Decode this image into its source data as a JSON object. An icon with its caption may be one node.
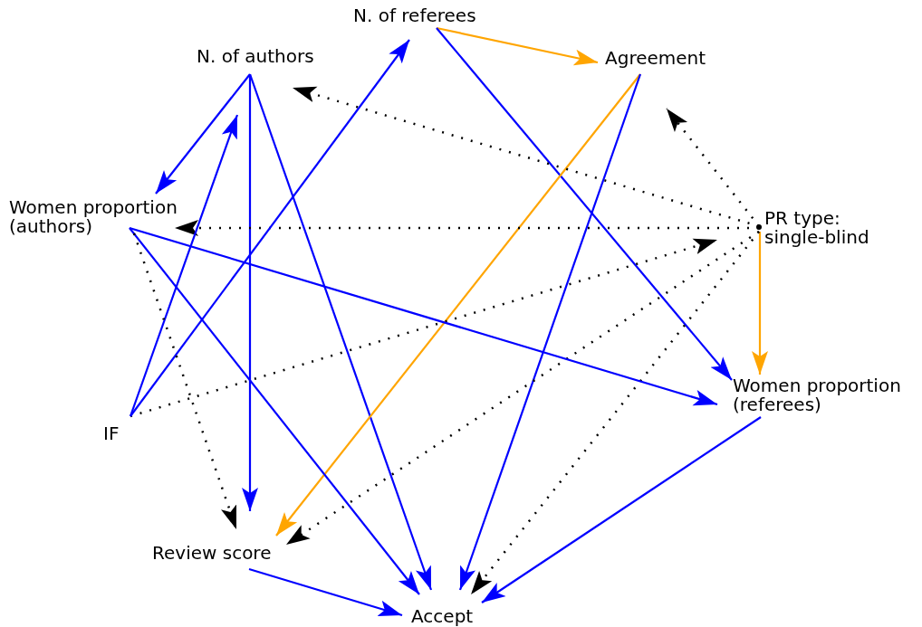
{
  "diagram": {
    "nodes": [
      {
        "text": [
          "N. of referees"
        ]
      },
      {
        "text": [
          "N. of authors"
        ]
      },
      {
        "text": [
          "Agreement"
        ]
      },
      {
        "text": [
          "Women proportion (authors)"
        ]
      },
      {
        "text": [
          "PR type: single-blind"
        ]
      },
      {
        "text": [
          "IF"
        ]
      },
      {
        "text": [
          "Women proportion (referees)"
        ]
      },
      {
        "text": [
          "Review score"
        ]
      },
      {
        "text": [
          "Accept"
        ]
      }
    ],
    "edges": [
      {
        "from": 0,
        "to": 2,
        "arrow": "to",
        "color": "#ffa500"
      },
      {
        "from": 0,
        "to": 6,
        "arrow": "to"
      },
      {
        "from": 1,
        "to": 3,
        "arrow": "to"
      },
      {
        "from": 1,
        "to": 7,
        "arrow": "to"
      },
      {
        "from": 1,
        "to": 8,
        "arrow": "to"
      },
      {
        "from": 2,
        "to": 7,
        "arrow": "to",
        "color": "#ffa500"
      },
      {
        "from": 2,
        "to": 8,
        "arrow": "to"
      },
      {
        "from": 4,
        "to": 1,
        "arrow": "to",
        "style": "dashed",
        "color": "#000000"
      },
      {
        "from": 4,
        "to": 2,
        "arrow": "to",
        "style": "dashed",
        "color": "#000000"
      },
      {
        "from": 4,
        "to": 3,
        "arrow": "to",
        "style": "dashed",
        "color": "#000000"
      },
      {
        "from": 4,
        "to": 6,
        "arrow": "to",
        "color": "#ffa500"
      },
      {
        "from": 4,
        "to": 7,
        "arrow": "to",
        "style": "dashed",
        "color": "#000000"
      },
      {
        "from": 4,
        "to": 8,
        "arrow": "to",
        "style": "dashed",
        "color": "#000000"
      },
      {
        "from": 5,
        "to": 4,
        "arrow": "to",
        "style": "dashed",
        "color": "#000000"
      },
      {
        "from": 5,
        "to": 1,
        "arrow": "to"
      },
      {
        "from": 5,
        "to": 0,
        "arrow": "to"
      },
      {
        "from": 3,
        "to": 6,
        "arrow": "to"
      },
      {
        "from": 3,
        "to": 8,
        "arrow": "to"
      },
      {
        "from": 3,
        "to": 7,
        "arrow": "to",
        "style": "dashed",
        "color": "#000000"
      },
      {
        "from": 6,
        "to": 8,
        "arrow": "to"
      },
      {
        "from": 7,
        "to": 8,
        "arrow": "to"
      }
    ]
  }
}
